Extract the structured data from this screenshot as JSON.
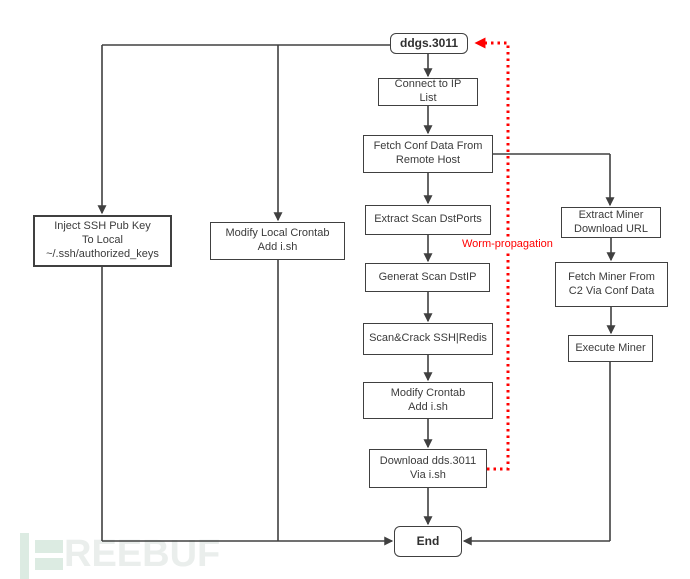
{
  "diagram": {
    "nodes": {
      "start": {
        "label": "ddgs.3011"
      },
      "connect_ip": {
        "label": "Connect to IP\nList"
      },
      "fetch_conf": {
        "label": "Fetch Conf Data From\nRemote Host"
      },
      "extract_ports": {
        "label": "Extract Scan DstPorts"
      },
      "generat_dstip": {
        "label": "Generat Scan DstIP"
      },
      "scan_crack": {
        "label": "Scan&Crack SSH|Redis"
      },
      "modify_crontab": {
        "label": "Modify Crontab\nAdd i.sh"
      },
      "download_dds": {
        "label": "Download dds.3011\nVia i.sh"
      },
      "end": {
        "label": "End"
      },
      "inject_ssh": {
        "label": "Inject SSH Pub Key\nTo Local\n~/.ssh/authorized_keys"
      },
      "modify_local": {
        "label": "Modify Local Crontab\nAdd i.sh"
      },
      "extract_miner": {
        "label": "Extract Miner\nDownload URL"
      },
      "fetch_miner": {
        "label": "Fetch Miner From\nC2 Via Conf Data"
      },
      "execute_miner": {
        "label": "Execute Miner"
      }
    },
    "edges": [
      {
        "from": "start",
        "to": "connect_ip"
      },
      {
        "from": "connect_ip",
        "to": "fetch_conf"
      },
      {
        "from": "fetch_conf",
        "to": "extract_ports"
      },
      {
        "from": "extract_ports",
        "to": "generat_dstip"
      },
      {
        "from": "generat_dstip",
        "to": "scan_crack"
      },
      {
        "from": "scan_crack",
        "to": "modify_crontab"
      },
      {
        "from": "modify_crontab",
        "to": "download_dds"
      },
      {
        "from": "download_dds",
        "to": "end"
      },
      {
        "from": "start",
        "to": "inject_ssh"
      },
      {
        "from": "start",
        "to": "modify_local"
      },
      {
        "from": "inject_ssh",
        "to": "end"
      },
      {
        "from": "modify_local",
        "to": "end"
      },
      {
        "from": "fetch_conf",
        "to": "extract_miner"
      },
      {
        "from": "extract_miner",
        "to": "fetch_miner"
      },
      {
        "from": "fetch_miner",
        "to": "execute_miner"
      },
      {
        "from": "execute_miner",
        "to": "end"
      },
      {
        "from": "download_dds",
        "to": "start",
        "type": "worm-propagation-dotted-red"
      }
    ],
    "annotations": {
      "worm_label": "Worm-propagation"
    }
  },
  "watermark": {
    "text": "REEBUF"
  },
  "colors": {
    "line": "#404040",
    "box_border": "#404040",
    "worm_red": "#ff0000",
    "watermark_logo": "#dcebe2",
    "watermark_text": "#eaeeec"
  }
}
